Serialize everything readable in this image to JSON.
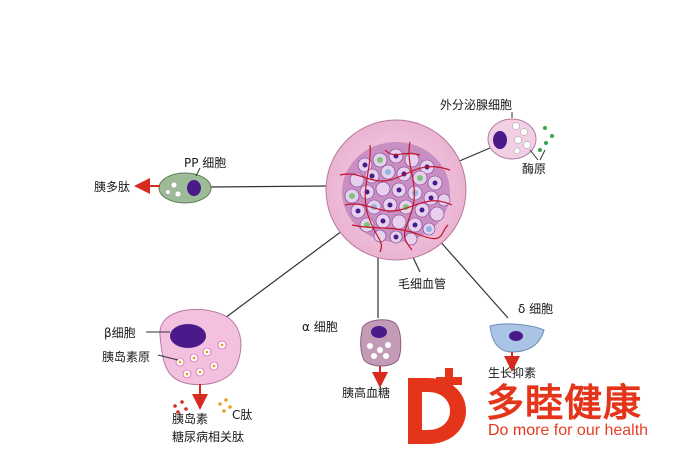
{
  "labels": {
    "pp_cell": "PP 细胞",
    "pancreatic_polypeptide": "胰多肽",
    "exocrine_cell": "外分泌腺细胞",
    "enzymogen": "酶原",
    "capillary": "毛细血管",
    "beta_cell": "β细胞",
    "proinsulin": "胰岛素原",
    "insulin": "胰岛素",
    "c_peptide": "C肽",
    "diabetes_peptide": "糖尿病相关肽",
    "alpha_cell": "α 细胞",
    "glucagon": "胰高血糖",
    "delta_cell": "δ 细胞",
    "somatostatin": "生长抑素"
  },
  "brand": {
    "name_cn": "多睦健康",
    "slogan_do": "Do mo",
    "slogan_rest": "re for our health"
  },
  "colors": {
    "arrow_red": "#d62b1e",
    "brand_red": "#e4351b",
    "islet_fill": "#f2c6df",
    "nucleus": "#4b1a8a",
    "pp_cell_fill": "#9dbb96",
    "beta_cell_fill": "#f4c0e0",
    "alpha_cell_fill": "#c39bb6",
    "delta_cell_fill": "#a9c4e4",
    "exocrine_fill": "#f3cfe6"
  }
}
